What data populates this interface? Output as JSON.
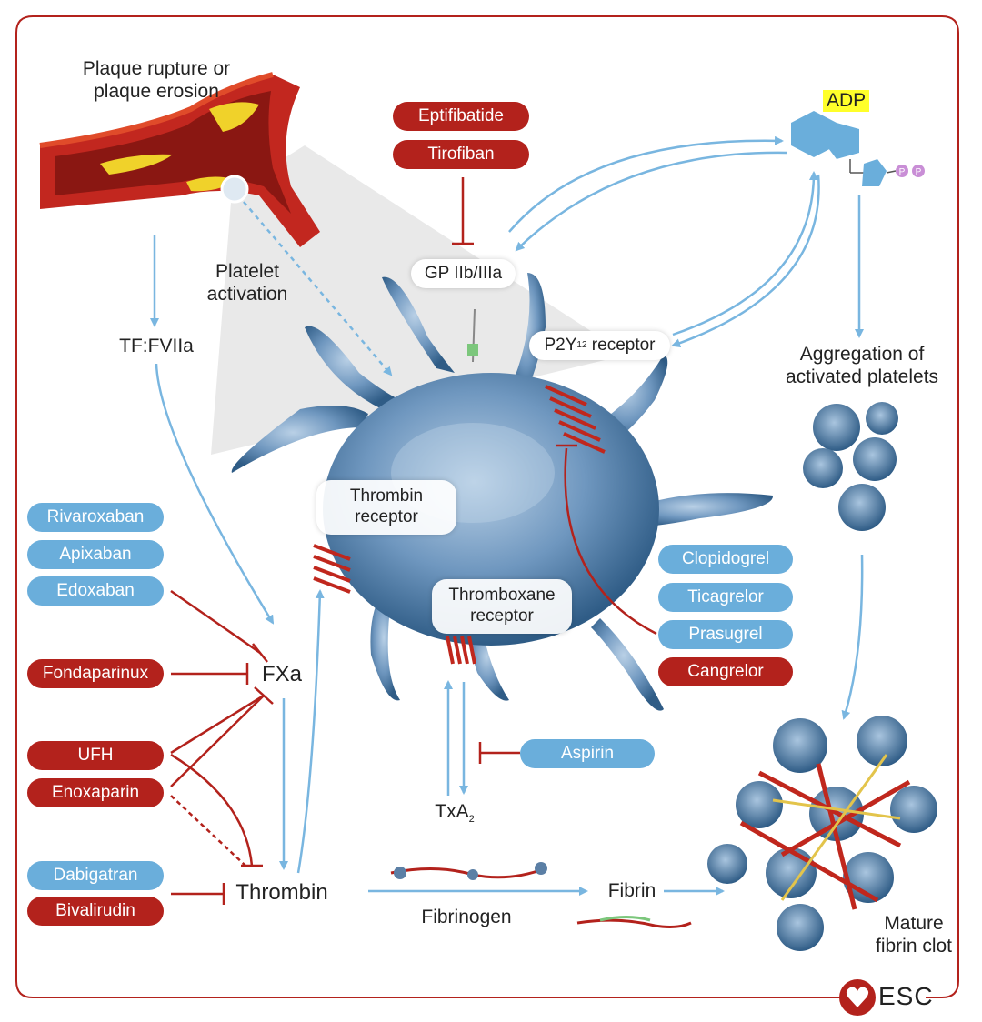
{
  "colors": {
    "frame": "#b3221c",
    "red": "#b3221c",
    "blue": "#6aaedb",
    "arrow": "#79b6e0",
    "platelet": "#4e7fa8",
    "adp_highlight": "#ffff2a"
  },
  "labels": {
    "plaque": [
      "Plaque rupture or",
      "plaque erosion"
    ],
    "platelet_activation": [
      "Platelet",
      "activation"
    ],
    "tf_fviia": "TF:FVIIa",
    "fxa": "FXa",
    "thrombin": "Thrombin",
    "fibrinogen": "Fibrinogen",
    "fibrin": "Fibrin",
    "txa2_main": "TxA",
    "txa2_sub": "2",
    "adp": "ADP",
    "aggregation": [
      "Aggregation of",
      "activated platelets"
    ],
    "mature_clot": [
      "Mature",
      "fibrin clot"
    ],
    "gp": "GP IIb/IIIa",
    "p2y12_pre": "P2Y",
    "p2y12_sub": "12",
    "p2y12_post": " receptor",
    "thrombin_receptor": [
      "Thrombin",
      "receptor"
    ],
    "thromboxane_receptor": [
      "Thromboxane",
      "receptor"
    ],
    "phosphate": "P"
  },
  "drugs": {
    "eptifibatide": "Eptifibatide",
    "tirofiban": "Tirofiban",
    "rivaroxaban": "Rivaroxaban",
    "apixaban": "Apixaban",
    "edoxaban": "Edoxaban",
    "fondaparinux": "Fondaparinux",
    "ufh": "UFH",
    "enoxaparin": "Enoxaparin",
    "dabigatran": "Dabigatran",
    "bivalirudin": "Bivalirudin",
    "clopidogrel": "Clopidogrel",
    "ticagrelor": "Ticagrelor",
    "prasugrel": "Prasugrel",
    "cangrelor": "Cangrelor",
    "aspirin": "Aspirin"
  },
  "logo": {
    "text": "ESC",
    "icon": "heart-icon"
  }
}
